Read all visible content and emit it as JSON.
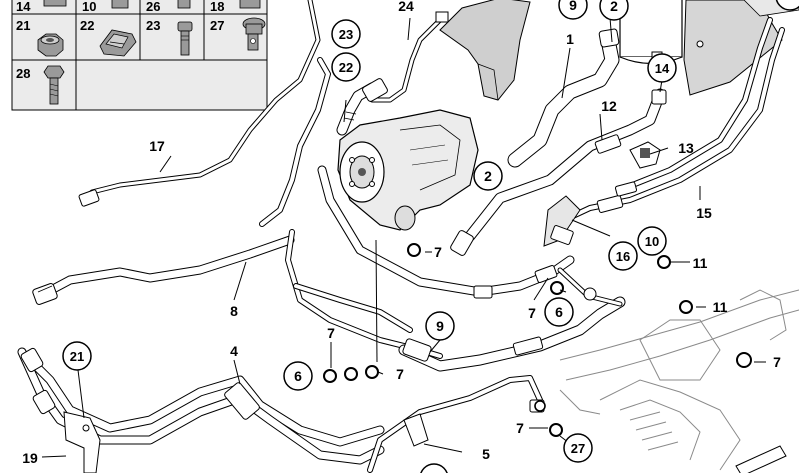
{
  "diagram": {
    "parts_box": {
      "cells": [
        {
          "num": "14",
          "key": "c14"
        },
        {
          "num": "10",
          "key": "c10"
        },
        {
          "num": "26",
          "key": "c26"
        },
        {
          "num": "18",
          "key": "c18"
        },
        {
          "num": "21",
          "key": "c21"
        },
        {
          "num": "22",
          "key": "c22"
        },
        {
          "num": "23",
          "key": "c23"
        },
        {
          "num": "27",
          "key": "c27"
        },
        {
          "num": "28",
          "key": "c28"
        }
      ]
    },
    "callouts": {
      "n1": "1",
      "n2a": "2",
      "n2b": "2",
      "n4": "4",
      "n5": "5",
      "n6a": "6",
      "n6b": "6",
      "n7a": "7",
      "n7b": "7",
      "n7c": "7",
      "n7d": "7",
      "n7e": "7",
      "n7f": "7",
      "n8": "8",
      "n9a": "9",
      "n9b": "9",
      "n10": "10",
      "n11a": "11",
      "n11b": "11",
      "n12": "12",
      "n13": "13",
      "n14": "14",
      "n15": "15",
      "n16": "16",
      "n17": "17",
      "n19": "19",
      "n21": "21",
      "n22": "22",
      "n23": "23",
      "n24": "24",
      "n27": "27"
    }
  }
}
